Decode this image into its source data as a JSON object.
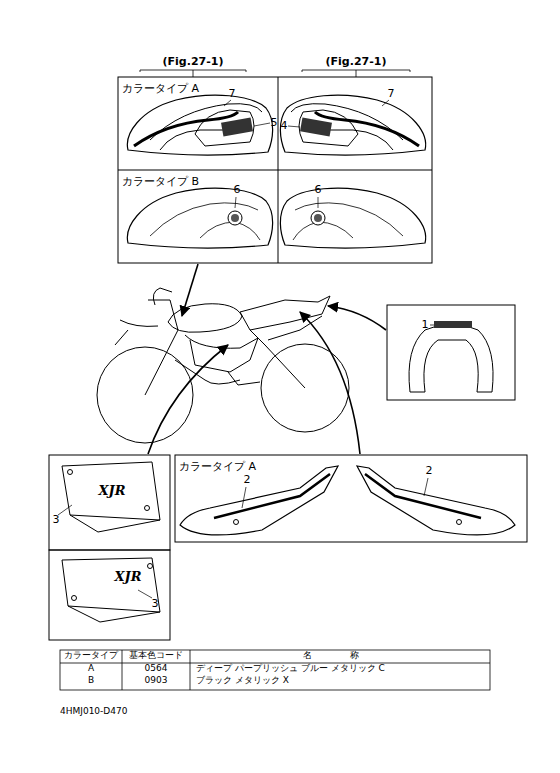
{
  "diagram": {
    "nodes": [
      {
        "text": [
          "カラータイプ A"
        ]
      },
      {
        "text": [
          "カラータイプ B"
        ]
      },
      {
        "text": [
          "カラータイプ A"
        ]
      }
    ],
    "labels": [
      "(Fig.27-1)",
      "(Fig.27-1)",
      "7",
      "5",
      "4",
      "7",
      "6",
      "6",
      "1",
      "XJR",
      "3",
      "XJR",
      "3",
      "2",
      "2",
      "カラータイプ",
      "基本色コード",
      "名 称",
      "A",
      "0564",
      "ディープ パープリッシュ ブルー メタリック C",
      "B",
      "0903",
      "ブラック メタリック X",
      "4HMJ010-D470"
    ]
  }
}
